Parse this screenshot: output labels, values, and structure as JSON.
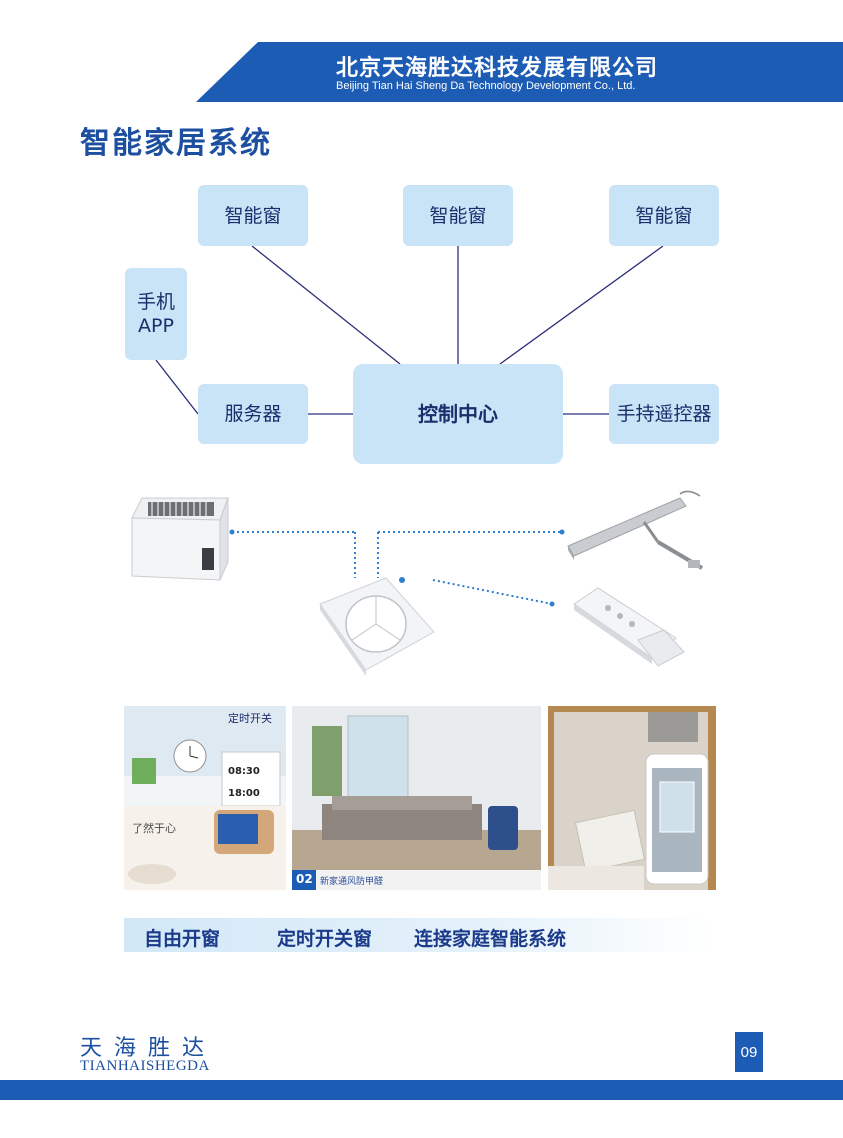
{
  "header": {
    "company_cn": "北京天海胜达科技发展有限公司",
    "company_en": "Beijing Tian Hai Sheng Da Technology Development Co., Ltd."
  },
  "page_title": "智能家居系统",
  "diagram": {
    "window_1": "智能窗",
    "window_2": "智能窗",
    "window_3": "智能窗",
    "phone_app_line1": "手机",
    "phone_app_line2": "APP",
    "server": "服务器",
    "control_center": "控制中心",
    "remote": "手持遥控器"
  },
  "photos": {
    "photo1_title": "定时开关",
    "photo1_time1": "08:30",
    "photo1_time2": "18:00",
    "photo1_subtitle": "了然于心",
    "photo2_badge": "02",
    "photo2_caption": "新家通风防甲醛"
  },
  "features": [
    "自由开窗",
    "定时开关窗",
    "连接家庭智能系统"
  ],
  "footer": {
    "brand_cn": "天海胜达",
    "brand_en": "TIANHAISHEGDA",
    "page_number": "09"
  },
  "colors": {
    "brand_blue": "#1c5cb5",
    "node_fill": "#c9e4f6",
    "line_color": "#2a2f7a"
  }
}
